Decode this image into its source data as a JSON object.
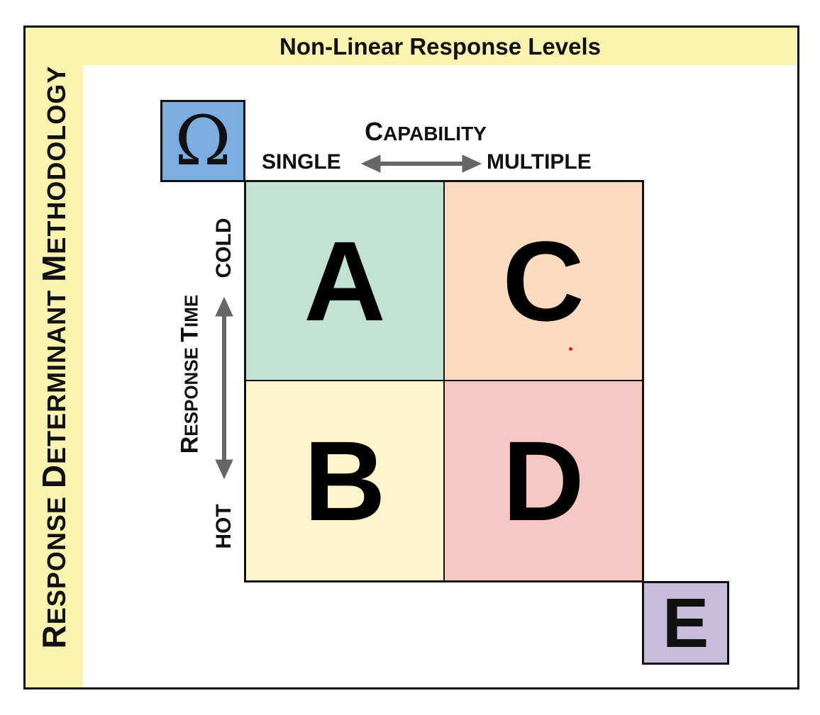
{
  "header": {
    "title": "Non-Linear Response Levels"
  },
  "side": {
    "title_parts": [
      "R",
      "ESPONSE ",
      "D",
      "ETERMINANT ",
      "M",
      "ETHODOLOGY"
    ]
  },
  "capability": {
    "title_parts": [
      "C",
      "APABILITY"
    ],
    "left": "SINGLE",
    "right": "MULTIPLE"
  },
  "response_time": {
    "title_parts": [
      "R",
      "ESPONSE ",
      "T",
      "IME"
    ],
    "top": "COLD",
    "bottom": "HOT"
  },
  "corner": {
    "top_left": "Ω",
    "bottom_right": "E"
  },
  "quadrants": [
    {
      "letter": "A",
      "color": "#c2e3d4"
    },
    {
      "letter": "C",
      "color": "#fcdcc0"
    },
    {
      "letter": "B",
      "color": "#fdf6cc"
    },
    {
      "letter": "D",
      "color": "#f6c8c4"
    }
  ],
  "colors": {
    "band": "#fbf4b0",
    "omega_box": "#7bade0",
    "e_box": "#c8bcdc",
    "arrow": "#666666"
  }
}
